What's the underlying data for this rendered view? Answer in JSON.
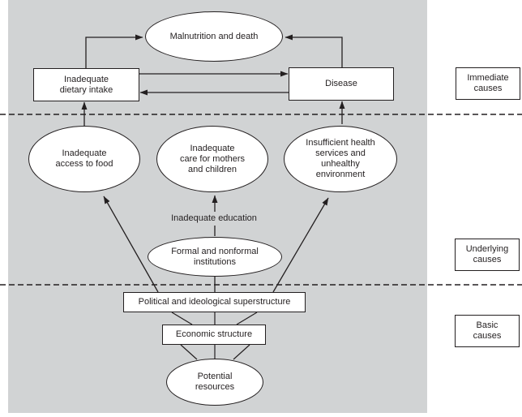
{
  "figure": {
    "colors": {
      "panel_background": "#d1d3d4",
      "node_fill": "#ffffff",
      "line_color": "#231f20"
    },
    "nodes": {
      "malnutrition": "Malnutrition and death",
      "dietary_intake": "Inadequate\ndietary intake",
      "disease": "Disease",
      "access_to_food": "Inadequate\naccess to food",
      "care_for_mothers": "Inadequate\ncare for mothers\nand children",
      "health_services": "Insufficient health\nservices and\nunhealthy\nenvironment",
      "education": "Inadequate education",
      "institutions": "Formal and nonformal\ninstitutions",
      "superstructure": "Political and ideological superstructure",
      "economic_structure": "Economic structure",
      "potential_resources": "Potential\nresources"
    },
    "cause_levels": {
      "immediate": "Immediate\ncauses",
      "underlying": "Underlying\ncauses",
      "basic": "Basic\ncauses"
    }
  }
}
